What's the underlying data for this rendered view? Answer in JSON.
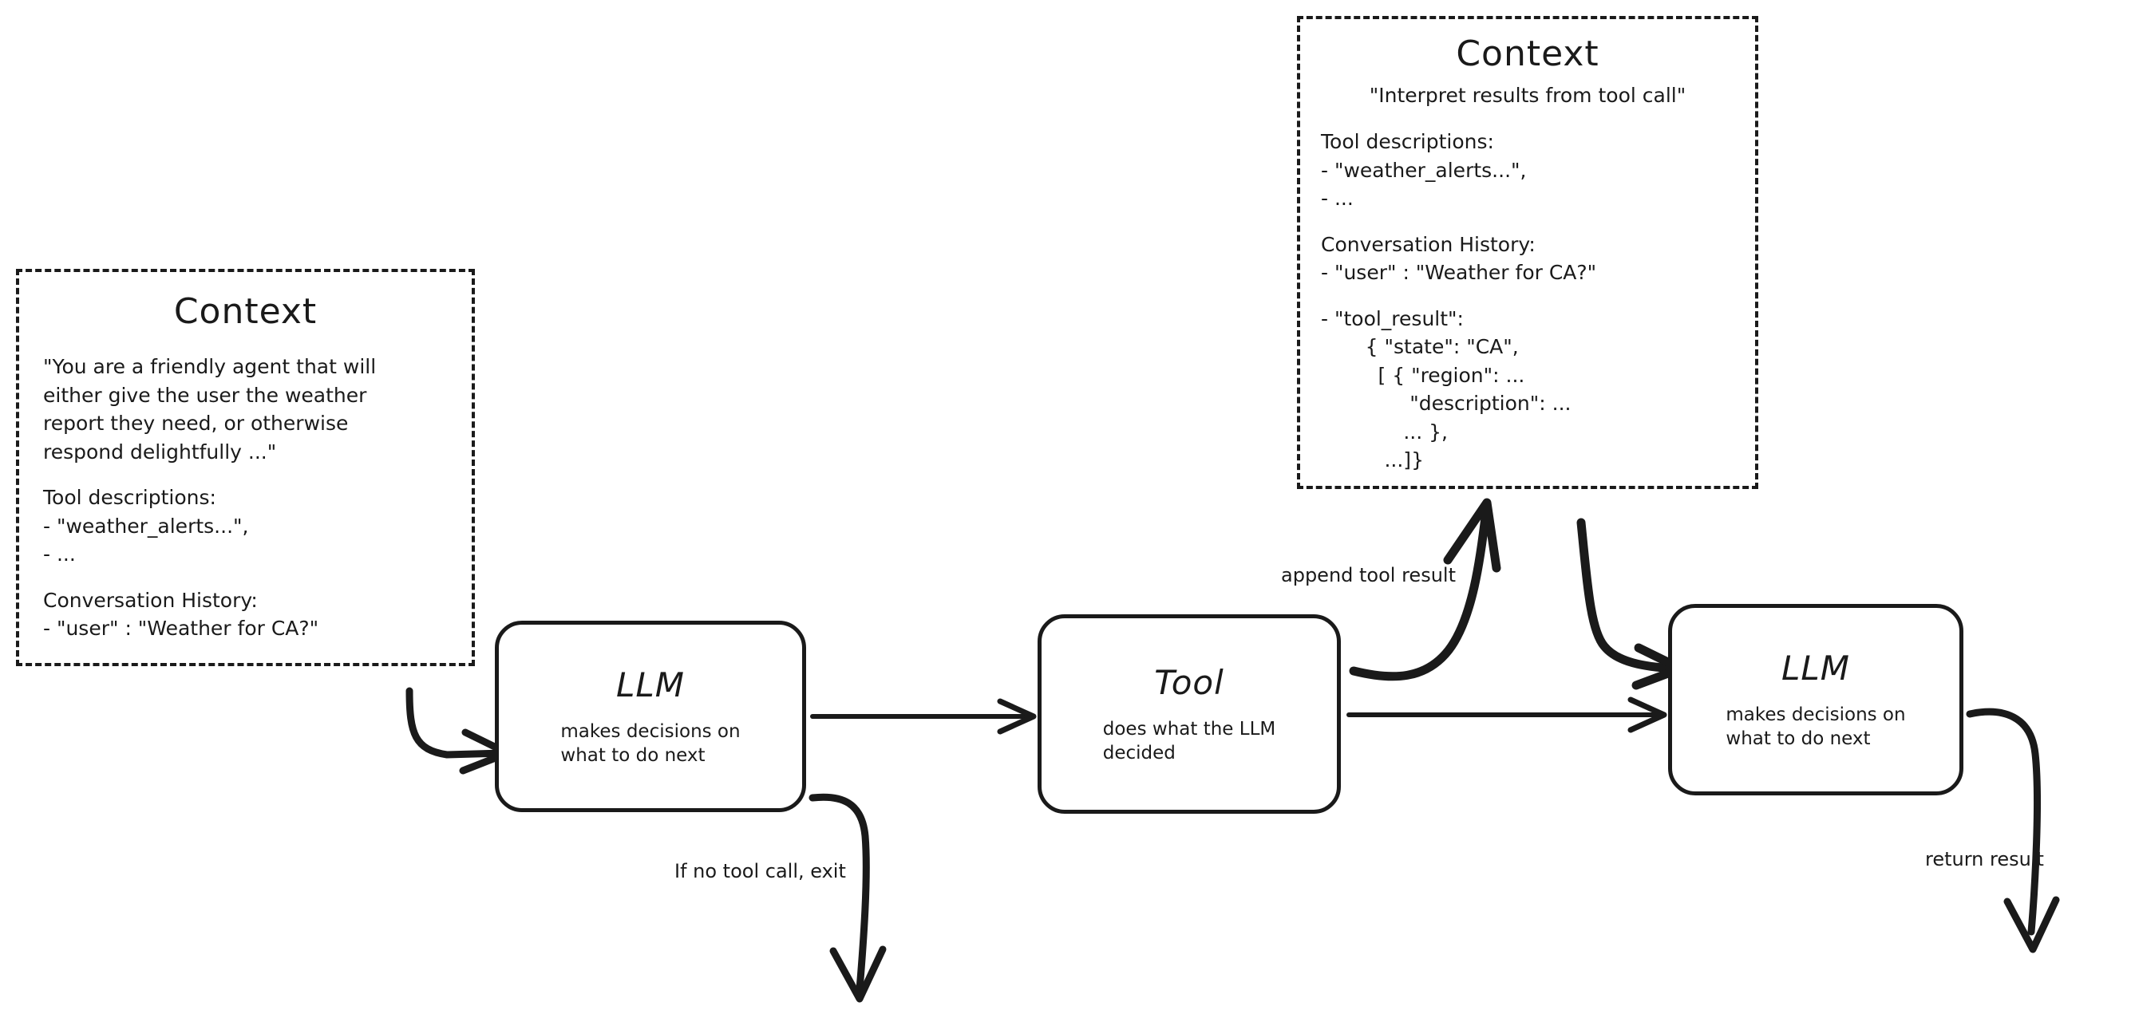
{
  "diagram": {
    "title": "LLM agent loop with tool calling",
    "ink_color": "#1a1a1a",
    "background": "#ffffff"
  },
  "context_left": {
    "title": "Context",
    "system_prompt": "\"You are a friendly agent that will\neither give the user the weather\nreport they need, or otherwise\nrespond delightfully ...\"",
    "tool_descriptions_header": "Tool descriptions:",
    "tool_descriptions_items": "- \"weather_alerts...\",\n- ...",
    "conversation_header": "Conversation History:",
    "conversation_items": "- \"user\" : \"Weather for CA?\""
  },
  "context_right": {
    "title": "Context",
    "system_prompt": "\"Interpret results from tool call\"",
    "tool_descriptions_header": "Tool descriptions:",
    "tool_descriptions_items": "- \"weather_alerts...\",\n- ...",
    "conversation_header": "Conversation History:",
    "conversation_items": "- \"user\" : \"Weather for CA?\"",
    "tool_result": "- \"tool_result\":\n       { \"state\": \"CA\",\n         [ { \"region\": ...\n              \"description\": ...\n             ... },\n          ...]}"
  },
  "nodes": {
    "llm_first": {
      "title": "LLM",
      "subtitle": "makes decisions on\nwhat to do next"
    },
    "tool": {
      "title": "Tool",
      "subtitle": "does what the LLM\ndecided"
    },
    "llm_second": {
      "title": "LLM",
      "subtitle": "makes decisions on\nwhat to do next"
    }
  },
  "edges": {
    "context_to_llm": "",
    "llm_to_tool": "",
    "append_tool_result": "append tool result",
    "context_to_llm2": "",
    "tool_to_llm2": "",
    "if_no_tool_call_exit": "If no tool call, exit",
    "return_result": "return result"
  }
}
